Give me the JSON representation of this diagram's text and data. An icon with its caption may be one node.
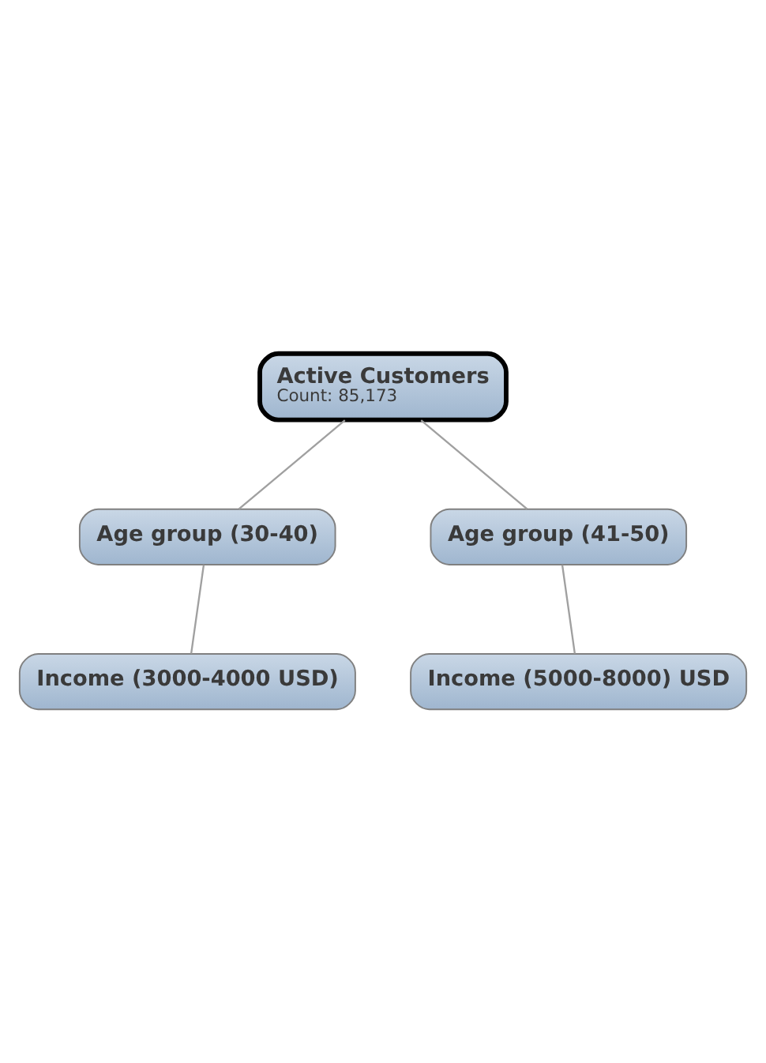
{
  "diagram": {
    "nodes": [
      {
        "text": [
          "Active Customers",
          "Count: 85,173"
        ]
      },
      {
        "text": [
          "Age group (30-40)"
        ]
      },
      {
        "text": [
          "Age group (41-50)"
        ]
      },
      {
        "text": [
          "Income (3000-4000 USD)"
        ]
      },
      {
        "text": [
          "Income (5000-8000) USD"
        ]
      }
    ],
    "edges": [
      {
        "from": 0,
        "to": 1,
        "arrow": "none"
      },
      {
        "from": 0,
        "to": 2,
        "arrow": "none"
      },
      {
        "from": 1,
        "to": 3,
        "arrow": "none"
      },
      {
        "from": 2,
        "to": 4,
        "arrow": "none"
      }
    ]
  }
}
